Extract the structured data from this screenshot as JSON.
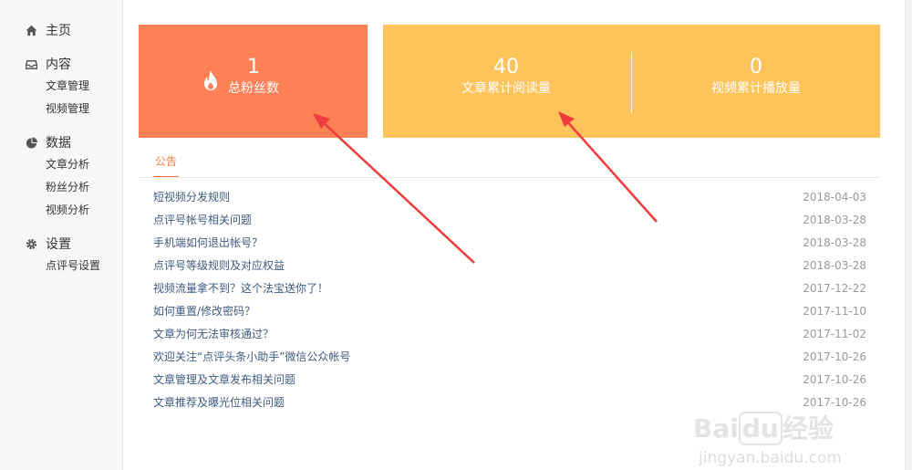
{
  "sidebar": {
    "groups": [
      {
        "icon": "home-icon",
        "label": "主页",
        "items": []
      },
      {
        "icon": "inbox-icon",
        "label": "内容",
        "items": [
          "文章管理",
          "视频管理"
        ]
      },
      {
        "icon": "pie-chart-icon",
        "label": "数据",
        "items": [
          "文章分析",
          "粉丝分析",
          "视频分析"
        ]
      },
      {
        "icon": "gear-icon",
        "label": "设置",
        "items": [
          "点评号设置"
        ]
      }
    ]
  },
  "stats": {
    "fans": {
      "value": "1",
      "label": "总粉丝数",
      "icon": "fire-icon"
    },
    "reads": {
      "value": "40",
      "label": "文章累计阅读量"
    },
    "plays": {
      "value": "0",
      "label": "视频累计播放量"
    }
  },
  "colors": {
    "fans_card": "#ff8257",
    "reads_card": "#ffc35c",
    "accent": "#ff7a45",
    "annotation_arrow": "#f03c3c"
  },
  "notice": {
    "tab": "公告",
    "items": [
      {
        "title": "短视频分发规则",
        "date": "2018-04-03"
      },
      {
        "title": "点评号帐号相关问题",
        "date": "2018-03-28"
      },
      {
        "title": "手机端如何退出帐号？",
        "date": "2018-03-28"
      },
      {
        "title": "点评号等级规则及对应权益",
        "date": "2018-03-28"
      },
      {
        "title": "视频流量拿不到？这个法宝送你了！",
        "date": "2017-12-22"
      },
      {
        "title": "如何重置/修改密码？",
        "date": "2017-11-10"
      },
      {
        "title": "文章为何无法审核通过？",
        "date": "2017-11-02"
      },
      {
        "title": "欢迎关注“点评头条小助手”微信公众帐号",
        "date": "2017-10-26"
      },
      {
        "title": "文章管理及文章发布相关问题",
        "date": "2017-10-26"
      },
      {
        "title": "文章推荐及曝光位相关问题",
        "date": "2017-10-26"
      }
    ]
  },
  "watermark": {
    "brand": "Baidu经验",
    "url": "jingyan.baidu.com"
  }
}
